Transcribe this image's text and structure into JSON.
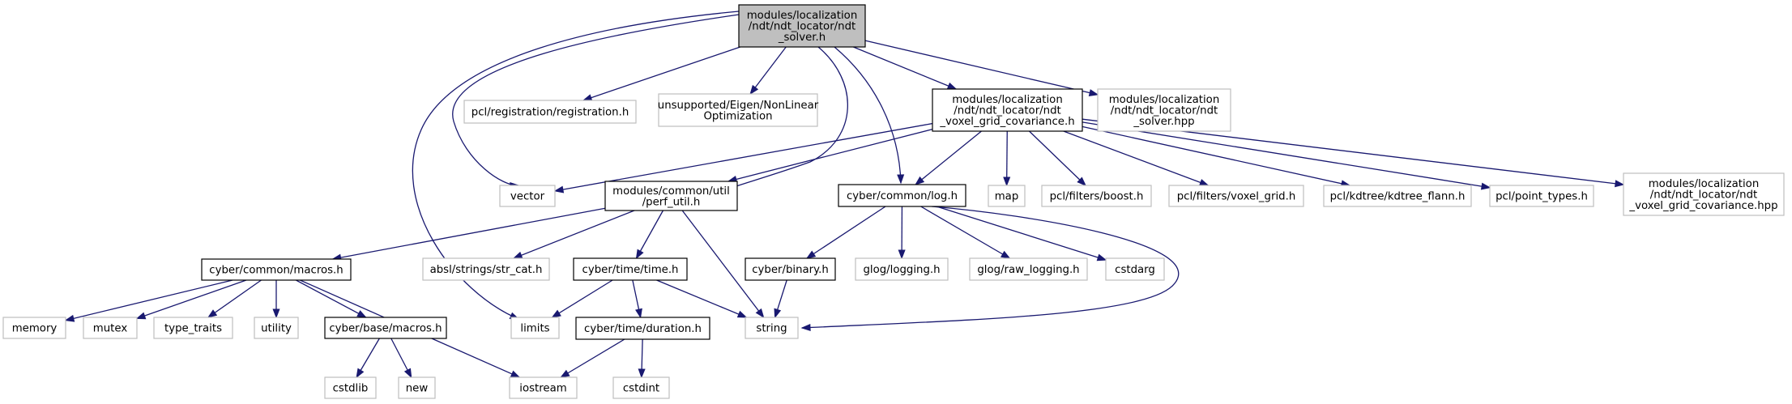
{
  "colors": {
    "edge": "#191970",
    "root_fill": "#bfbfbf",
    "node_border_project": "#000000",
    "node_border_external": "#bfbfbf",
    "background": "#ffffff"
  },
  "nodes": [
    {
      "id": "root",
      "lines": [
        "modules/localization",
        "/ndt/ndt_locator/ndt",
        "_solver.h"
      ],
      "kind": "root"
    },
    {
      "id": "pcl_registration",
      "lines": [
        "pcl/registration/registration.h"
      ],
      "kind": "external"
    },
    {
      "id": "eigen_nonlinear",
      "lines": [
        "unsupported/Eigen/NonLinear",
        "Optimization"
      ],
      "kind": "external"
    },
    {
      "id": "voxel_cov_h",
      "lines": [
        "modules/localization",
        "/ndt/ndt_locator/ndt",
        "_voxel_grid_covariance.h"
      ],
      "kind": "project"
    },
    {
      "id": "solver_hpp",
      "lines": [
        "modules/localization",
        "/ndt/ndt_locator/ndt",
        "_solver.hpp"
      ],
      "kind": "external"
    },
    {
      "id": "vector",
      "lines": [
        "vector"
      ],
      "kind": "external"
    },
    {
      "id": "perf_util",
      "lines": [
        "modules/common/util",
        "/perf_util.h"
      ],
      "kind": "project"
    },
    {
      "id": "log_h",
      "lines": [
        "cyber/common/log.h"
      ],
      "kind": "project"
    },
    {
      "id": "map",
      "lines": [
        "map"
      ],
      "kind": "external"
    },
    {
      "id": "pcl_boost",
      "lines": [
        "pcl/filters/boost.h"
      ],
      "kind": "external"
    },
    {
      "id": "pcl_voxel_grid",
      "lines": [
        "pcl/filters/voxel_grid.h"
      ],
      "kind": "external"
    },
    {
      "id": "pcl_kdtree",
      "lines": [
        "pcl/kdtree/kdtree_flann.h"
      ],
      "kind": "external"
    },
    {
      "id": "pcl_point_types",
      "lines": [
        "pcl/point_types.h"
      ],
      "kind": "external"
    },
    {
      "id": "voxel_cov_hpp",
      "lines": [
        "modules/localization",
        "/ndt/ndt_locator/ndt",
        "_voxel_grid_covariance.hpp"
      ],
      "kind": "external"
    },
    {
      "id": "macros_h",
      "lines": [
        "cyber/common/macros.h"
      ],
      "kind": "project"
    },
    {
      "id": "str_cat",
      "lines": [
        "absl/strings/str_cat.h"
      ],
      "kind": "external"
    },
    {
      "id": "time_h",
      "lines": [
        "cyber/time/time.h"
      ],
      "kind": "project"
    },
    {
      "id": "binary_h",
      "lines": [
        "cyber/binary.h"
      ],
      "kind": "project"
    },
    {
      "id": "glog_logging",
      "lines": [
        "glog/logging.h"
      ],
      "kind": "external"
    },
    {
      "id": "glog_raw",
      "lines": [
        "glog/raw_logging.h"
      ],
      "kind": "external"
    },
    {
      "id": "cstdarg",
      "lines": [
        "cstdarg"
      ],
      "kind": "external"
    },
    {
      "id": "memory",
      "lines": [
        "memory"
      ],
      "kind": "external"
    },
    {
      "id": "mutex",
      "lines": [
        "mutex"
      ],
      "kind": "external"
    },
    {
      "id": "type_traits",
      "lines": [
        "type_traits"
      ],
      "kind": "external"
    },
    {
      "id": "utility",
      "lines": [
        "utility"
      ],
      "kind": "external"
    },
    {
      "id": "base_macros",
      "lines": [
        "cyber/base/macros.h"
      ],
      "kind": "project"
    },
    {
      "id": "limits",
      "lines": [
        "limits"
      ],
      "kind": "external"
    },
    {
      "id": "duration_h",
      "lines": [
        "cyber/time/duration.h"
      ],
      "kind": "project"
    },
    {
      "id": "string",
      "lines": [
        "string"
      ],
      "kind": "external"
    },
    {
      "id": "cstdlib",
      "lines": [
        "cstdlib"
      ],
      "kind": "external"
    },
    {
      "id": "new",
      "lines": [
        "new"
      ],
      "kind": "external"
    },
    {
      "id": "iostream",
      "lines": [
        "iostream"
      ],
      "kind": "external"
    },
    {
      "id": "cstdint",
      "lines": [
        "cstdint"
      ],
      "kind": "external"
    }
  ],
  "edges": [
    [
      "root",
      "pcl_registration"
    ],
    [
      "root",
      "eigen_nonlinear"
    ],
    [
      "root",
      "voxel_cov_h"
    ],
    [
      "root",
      "solver_hpp"
    ],
    [
      "root",
      "vector"
    ],
    [
      "root",
      "perf_util"
    ],
    [
      "root",
      "log_h"
    ],
    [
      "root",
      "limits"
    ],
    [
      "voxel_cov_h",
      "vector"
    ],
    [
      "voxel_cov_h",
      "perf_util"
    ],
    [
      "voxel_cov_h",
      "log_h"
    ],
    [
      "voxel_cov_h",
      "map"
    ],
    [
      "voxel_cov_h",
      "pcl_boost"
    ],
    [
      "voxel_cov_h",
      "pcl_voxel_grid"
    ],
    [
      "voxel_cov_h",
      "pcl_kdtree"
    ],
    [
      "voxel_cov_h",
      "pcl_point_types"
    ],
    [
      "voxel_cov_h",
      "voxel_cov_hpp"
    ],
    [
      "perf_util",
      "macros_h"
    ],
    [
      "perf_util",
      "str_cat"
    ],
    [
      "perf_util",
      "time_h"
    ],
    [
      "perf_util",
      "string"
    ],
    [
      "log_h",
      "binary_h"
    ],
    [
      "log_h",
      "glog_logging"
    ],
    [
      "log_h",
      "glog_raw"
    ],
    [
      "log_h",
      "cstdarg"
    ],
    [
      "log_h",
      "string"
    ],
    [
      "macros_h",
      "memory"
    ],
    [
      "macros_h",
      "mutex"
    ],
    [
      "macros_h",
      "type_traits"
    ],
    [
      "macros_h",
      "utility"
    ],
    [
      "macros_h",
      "base_macros"
    ],
    [
      "macros_h",
      "iostream"
    ],
    [
      "time_h",
      "limits"
    ],
    [
      "time_h",
      "duration_h"
    ],
    [
      "time_h",
      "string"
    ],
    [
      "binary_h",
      "string"
    ],
    [
      "base_macros",
      "cstdlib"
    ],
    [
      "base_macros",
      "new"
    ],
    [
      "duration_h",
      "iostream"
    ],
    [
      "duration_h",
      "cstdint"
    ]
  ]
}
